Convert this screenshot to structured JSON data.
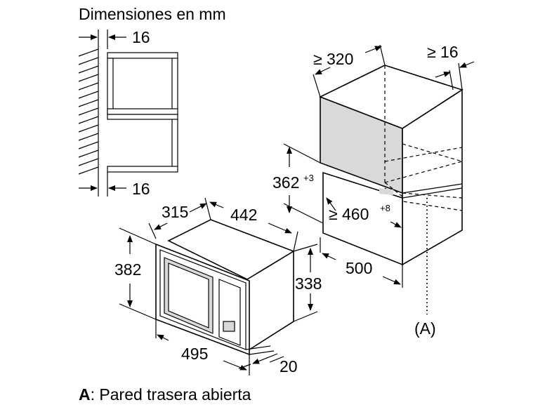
{
  "title": "Dimensiones en mm",
  "side_view": {
    "top_gap": "16",
    "bottom_gap": "16"
  },
  "microwave": {
    "depth": "315",
    "width": "442",
    "height_front": "382",
    "height_body": "338",
    "front_width": "495",
    "front_offset": "20"
  },
  "niche": {
    "min_depth": "≥ 320",
    "min_gap": "≥ 16",
    "height": "362",
    "height_tol": "+3",
    "min_width": "≥ 460",
    "width_tol": "+8",
    "depth": "500",
    "ref_label": "(A)"
  },
  "legend": {
    "key": "A",
    "text": ": Pared trasera abierta"
  }
}
